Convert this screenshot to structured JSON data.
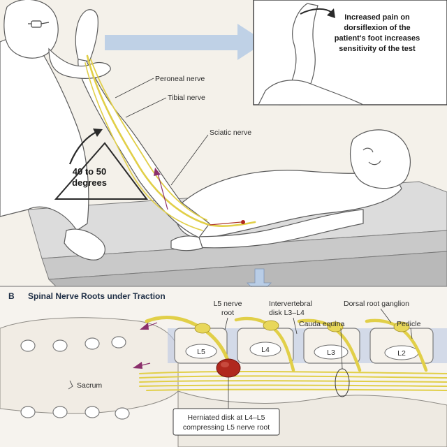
{
  "panelA": {
    "callout_lines": [
      "Increased pain on",
      "dorsiflexion of the",
      "patient's foot increases",
      "sensitivity of the test"
    ],
    "angle_lines": [
      "40 to 50",
      "degrees"
    ],
    "labels": {
      "peroneal": "Peroneal nerve",
      "tibial": "Tibial nerve",
      "sciatic": "Sciatic nerve"
    }
  },
  "panelB": {
    "letter": "B",
    "title": "Spinal Nerve Roots under Traction",
    "labels": {
      "l5_root_line1": "L5 nerve",
      "l5_root_line2": "root",
      "disk_line1": "Intervertebral",
      "disk_line2": "disk L3–L4",
      "ganglion": "Dorsal root ganglion",
      "cauda": "Cauda equina",
      "pedicle": "Pedicle",
      "sacrum": "Sacrum"
    },
    "vertebrae": [
      "L5",
      "L4",
      "L3",
      "L2"
    ],
    "herniated_lines": [
      "Herniated disk at L4–L5",
      "compressing L5 nerve root"
    ]
  },
  "colors": {
    "nerve": "#e1cf48",
    "arrow": "#b9cde6",
    "disk": "#b7c4e3",
    "hernia": "#b0281e"
  }
}
